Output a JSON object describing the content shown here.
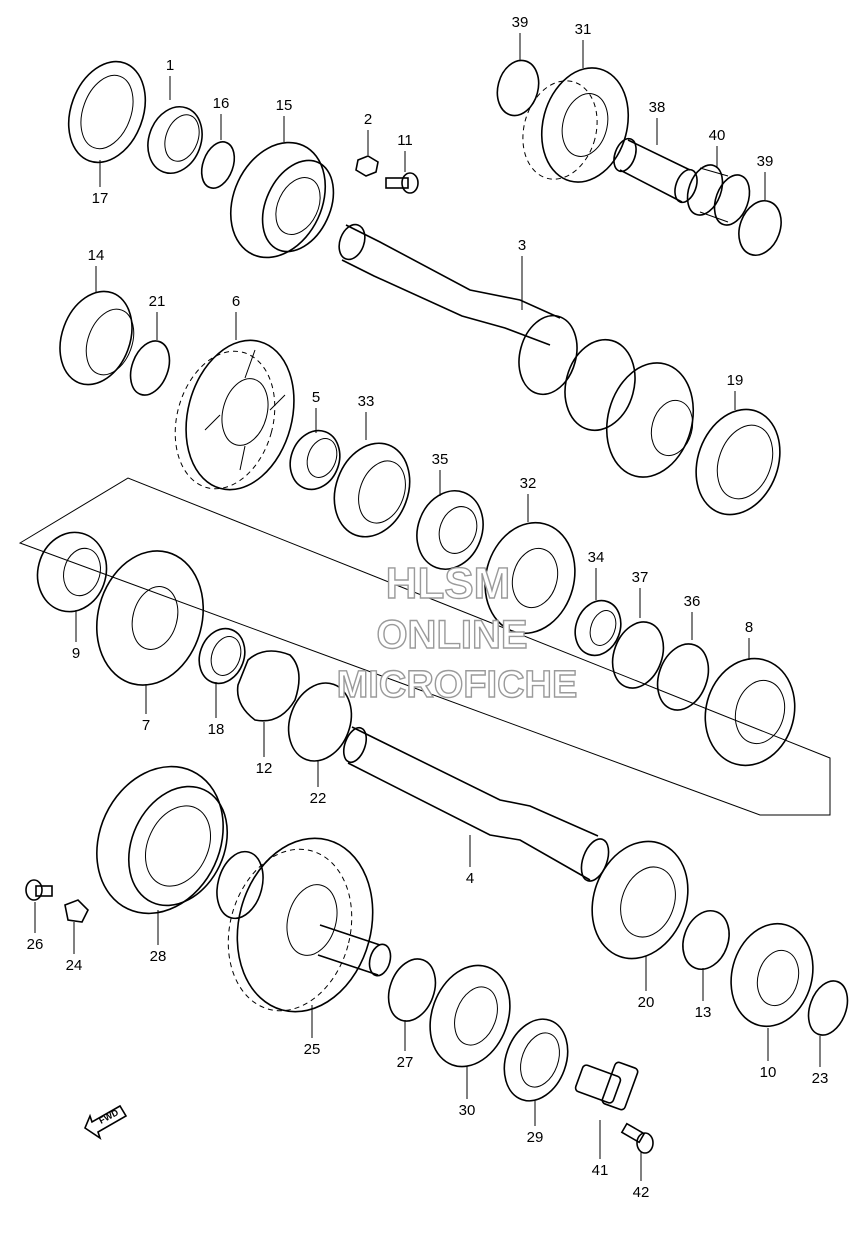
{
  "watermark": {
    "line1": "HLSM",
    "line2": "ONLINE",
    "line3": "MICROFICHE"
  },
  "direction_label": "FWD",
  "parts": [
    {
      "id": "p1",
      "label": "1"
    },
    {
      "id": "p2",
      "label": "2"
    },
    {
      "id": "p3",
      "label": "3"
    },
    {
      "id": "p4",
      "label": "4"
    },
    {
      "id": "p5",
      "label": "5"
    },
    {
      "id": "p6",
      "label": "6"
    },
    {
      "id": "p7",
      "label": "7"
    },
    {
      "id": "p8",
      "label": "8"
    },
    {
      "id": "p9",
      "label": "9"
    },
    {
      "id": "p10",
      "label": "10"
    },
    {
      "id": "p11",
      "label": "11"
    },
    {
      "id": "p12",
      "label": "12"
    },
    {
      "id": "p13",
      "label": "13"
    },
    {
      "id": "p14",
      "label": "14"
    },
    {
      "id": "p15",
      "label": "15"
    },
    {
      "id": "p16",
      "label": "16"
    },
    {
      "id": "p17",
      "label": "17"
    },
    {
      "id": "p18",
      "label": "18"
    },
    {
      "id": "p19",
      "label": "19"
    },
    {
      "id": "p20",
      "label": "20"
    },
    {
      "id": "p21",
      "label": "21"
    },
    {
      "id": "p22",
      "label": "22"
    },
    {
      "id": "p23",
      "label": "23"
    },
    {
      "id": "p24",
      "label": "24"
    },
    {
      "id": "p25",
      "label": "25"
    },
    {
      "id": "p26",
      "label": "26"
    },
    {
      "id": "p27",
      "label": "27"
    },
    {
      "id": "p28",
      "label": "28"
    },
    {
      "id": "p29",
      "label": "29"
    },
    {
      "id": "p30",
      "label": "30"
    },
    {
      "id": "p31",
      "label": "31"
    },
    {
      "id": "p32",
      "label": "32"
    },
    {
      "id": "p33",
      "label": "33"
    },
    {
      "id": "p34",
      "label": "34"
    },
    {
      "id": "p35",
      "label": "35"
    },
    {
      "id": "p36",
      "label": "36"
    },
    {
      "id": "p37",
      "label": "37"
    },
    {
      "id": "p38",
      "label": "38"
    },
    {
      "id": "p39a",
      "label": "39"
    },
    {
      "id": "p39b",
      "label": "39"
    },
    {
      "id": "p40",
      "label": "40"
    },
    {
      "id": "p41",
      "label": "41"
    },
    {
      "id": "p42",
      "label": "42"
    }
  ]
}
